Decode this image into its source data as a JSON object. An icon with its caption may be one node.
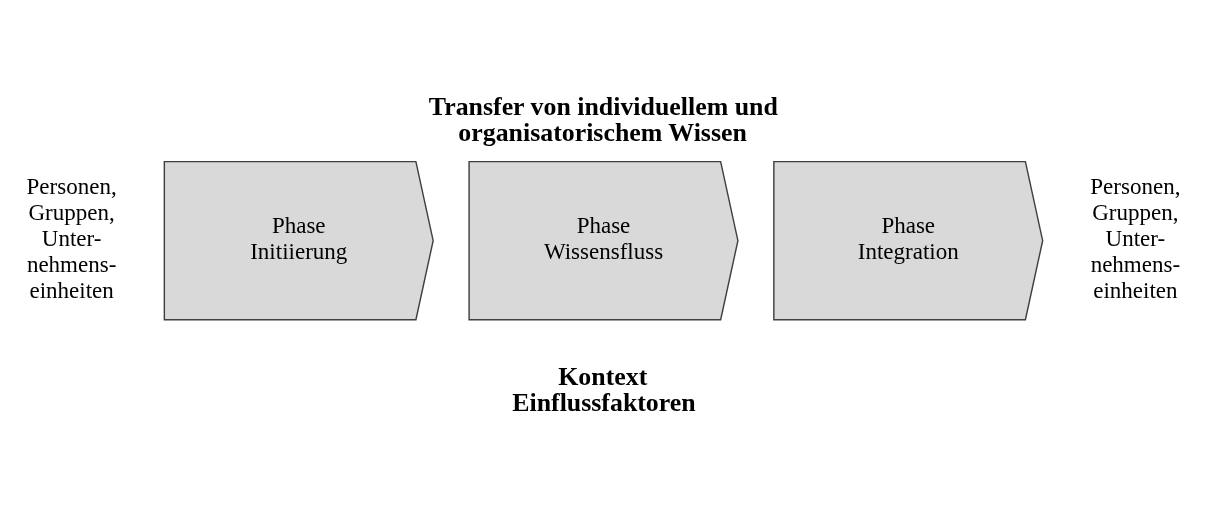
{
  "diagram": {
    "title": "Transfer von individuellem und organisatorischem Wissen",
    "nodes": [
      {
        "text": [
          "Phase Initiierung"
        ]
      },
      {
        "text": [
          "Phase Wissensfluss"
        ]
      },
      {
        "text": [
          "Phase Integration"
        ]
      }
    ],
    "edges": [],
    "labels": [
      "Personen, Gruppen, Unter- nehmens- einheiten",
      "Personen, Gruppen, Unter- nehmens- einheiten",
      "Kontext Einflussfaktoren"
    ]
  }
}
